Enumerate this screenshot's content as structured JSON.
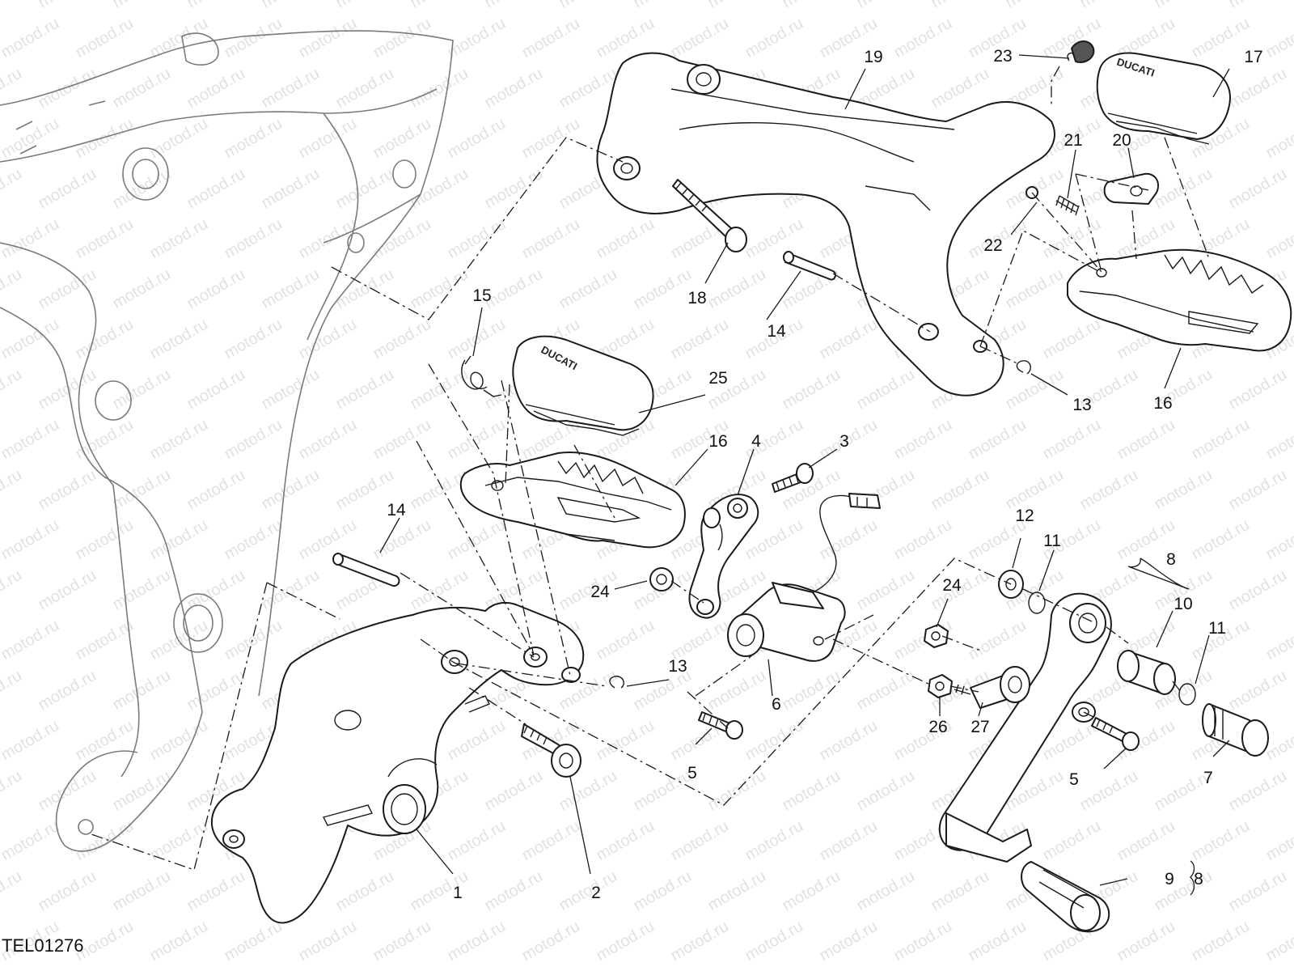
{
  "watermark": "motod.ru",
  "reference_code": "TEL01276",
  "brand_label": "DUCATI",
  "callouts": [
    {
      "id": "c1",
      "text": "1"
    },
    {
      "id": "c2",
      "text": "2"
    },
    {
      "id": "c3",
      "text": "3"
    },
    {
      "id": "c4",
      "text": "4"
    },
    {
      "id": "c5a",
      "text": "5"
    },
    {
      "id": "c5b",
      "text": "5"
    },
    {
      "id": "c6",
      "text": "6"
    },
    {
      "id": "c7",
      "text": "7"
    },
    {
      "id": "c8a",
      "text": "8"
    },
    {
      "id": "c8b",
      "text": "8"
    },
    {
      "id": "c9",
      "text": "9"
    },
    {
      "id": "c10",
      "text": "10"
    },
    {
      "id": "c11a",
      "text": "11"
    },
    {
      "id": "c11b",
      "text": "11"
    },
    {
      "id": "c12",
      "text": "12"
    },
    {
      "id": "c13a",
      "text": "13"
    },
    {
      "id": "c13b",
      "text": "13"
    },
    {
      "id": "c14a",
      "text": "14"
    },
    {
      "id": "c14b",
      "text": "14"
    },
    {
      "id": "c15",
      "text": "15"
    },
    {
      "id": "c16a",
      "text": "16"
    },
    {
      "id": "c16b",
      "text": "16"
    },
    {
      "id": "c17",
      "text": "17"
    },
    {
      "id": "c18",
      "text": "18"
    },
    {
      "id": "c19",
      "text": "19"
    },
    {
      "id": "c20",
      "text": "20"
    },
    {
      "id": "c21",
      "text": "21"
    },
    {
      "id": "c22",
      "text": "22"
    },
    {
      "id": "c23",
      "text": "23"
    },
    {
      "id": "c24a",
      "text": "24"
    },
    {
      "id": "c24b",
      "text": "24"
    },
    {
      "id": "c25",
      "text": "25"
    },
    {
      "id": "c26",
      "text": "26"
    },
    {
      "id": "c27",
      "text": "27"
    }
  ]
}
